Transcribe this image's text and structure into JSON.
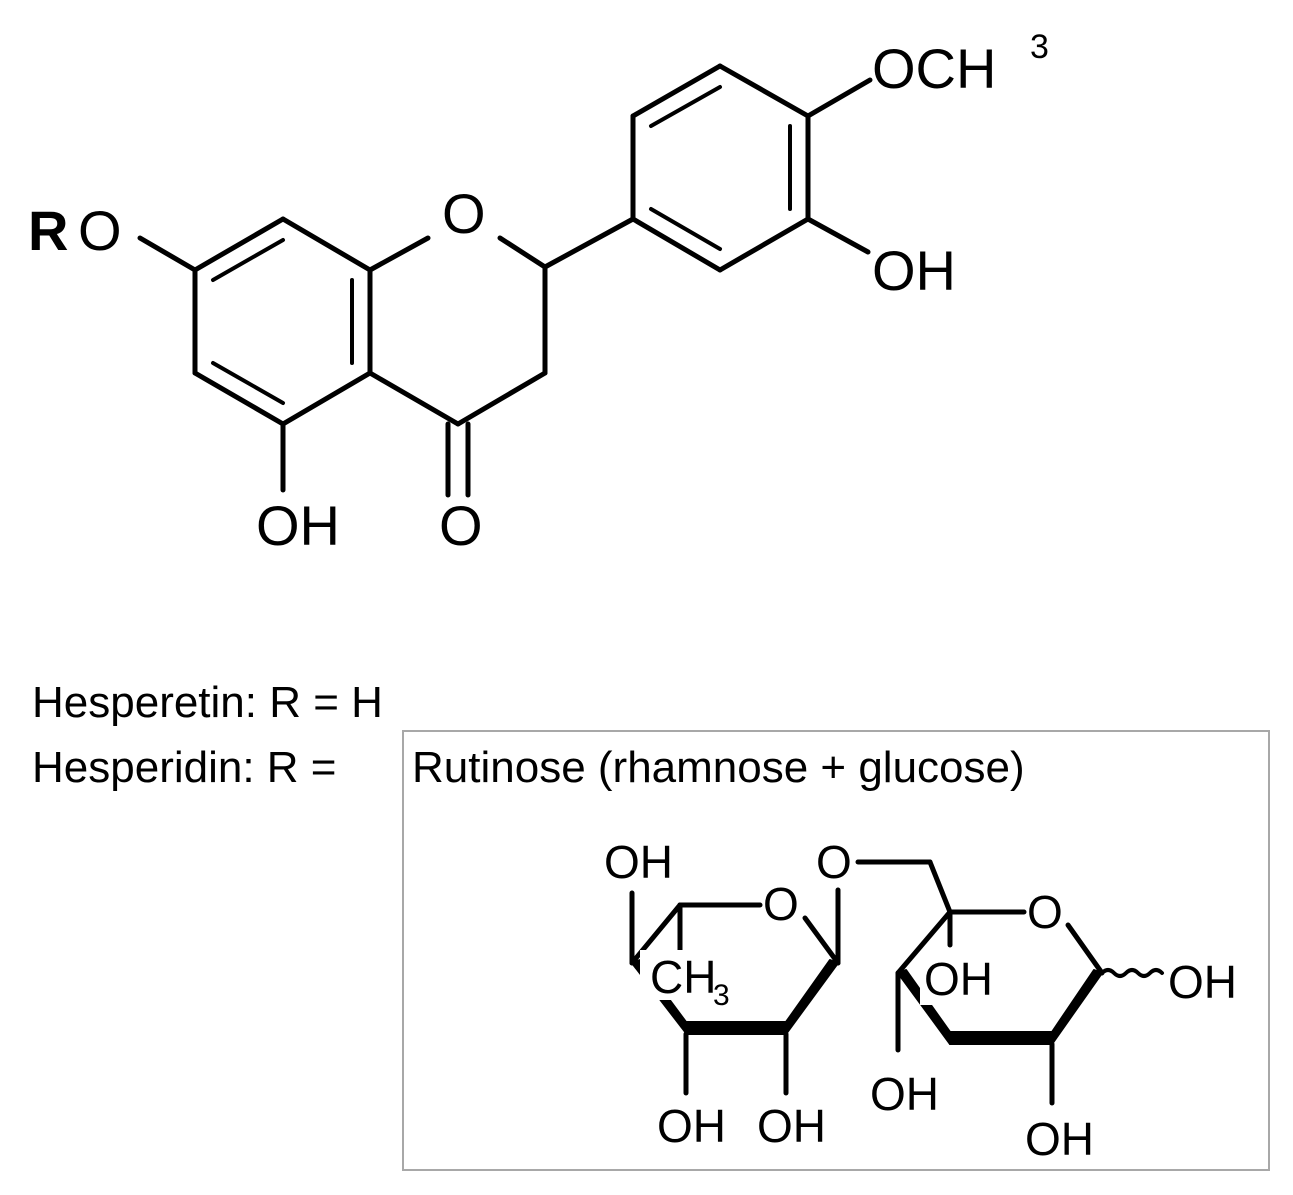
{
  "aglycone": {
    "r_symbol": "R",
    "r_oxygen": "O",
    "ring_oxygen": "O",
    "methoxy": "OCH",
    "methoxy_sup": "3",
    "hydroxyl_b_ring": "OH",
    "hydroxyl_5": "OH",
    "carbonyl_oxygen": "O"
  },
  "legend": {
    "hesperetin": "Hesperetin: R = H",
    "hesperidin_prefix": "Hesperidin: R = ",
    "rutinose": "Rutinose (rhamnose + glucose)"
  },
  "rutinose": {
    "rham_oh_top": "OH",
    "rham_ring_o": "O",
    "rham_ch3": "CH",
    "rham_ch3_sub": "3",
    "rham_oh_bottom_left": "OH",
    "rham_oh_bottom_right": "OH",
    "linker_o": "O",
    "gluc_ring_o": "O",
    "gluc_oh_anomeric": "OH",
    "gluc_oh_inner": "OH",
    "gluc_oh_bottom_left": "OH",
    "gluc_oh_bottom_right": "OH"
  }
}
